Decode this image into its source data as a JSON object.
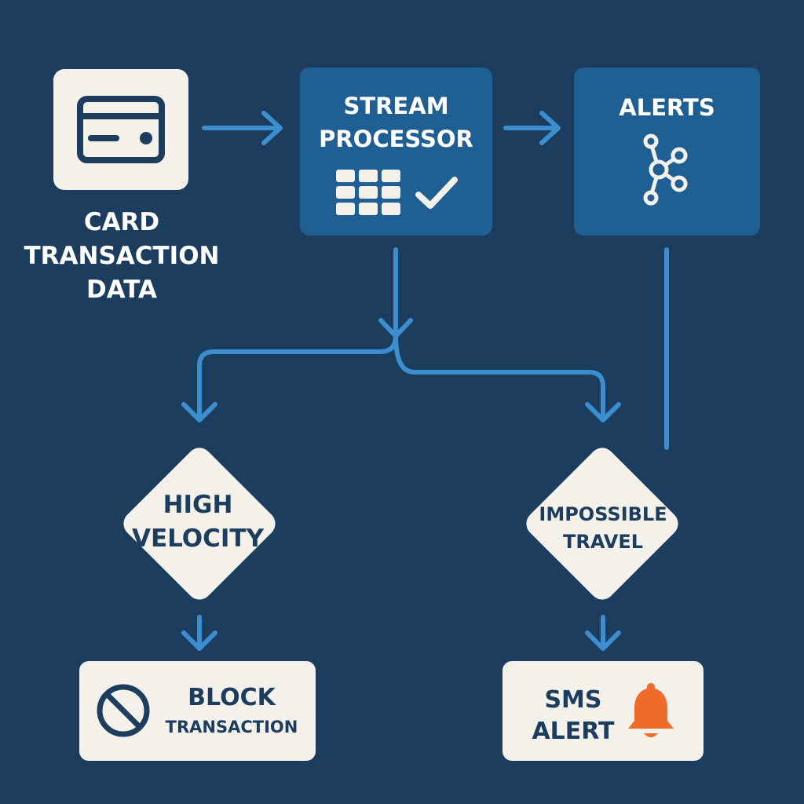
{
  "colors": {
    "background": "#1c3d5e",
    "process_box": "#1f5f94",
    "light_box": "#f3f1ea",
    "connector": "#3b8fd0",
    "dark_text": "#1c3d5e",
    "bell": "#f06a2b"
  },
  "nodes": {
    "source": {
      "label": "CARD\nTRANSACTION\nDATA",
      "icon": "credit-card-icon"
    },
    "processor": {
      "label": "STREAM\nPROCESSOR",
      "icons": [
        "grid-icon",
        "checkmark-icon"
      ]
    },
    "alerts": {
      "label": "ALERTS",
      "icon": "network-graph-icon"
    },
    "high_velocity": {
      "label": "HIGH\nVELOCITY"
    },
    "impossible_travel": {
      "label": "IMPOSSIBLE\nTRAVEL"
    },
    "block": {
      "title": "BLOCK",
      "subtitle": "TRANSACTION",
      "icon": "prohibited-icon"
    },
    "sms": {
      "label": "SMS\nALERT",
      "icon": "bell-icon"
    }
  }
}
